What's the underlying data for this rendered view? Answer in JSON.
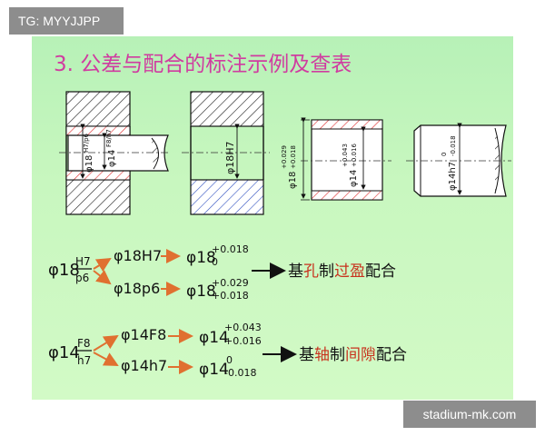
{
  "overlay": {
    "tag": "TG: MYYJJPP",
    "watermark": "stadium-mk.com"
  },
  "title": "3. 公差与配合的标注示例及查表",
  "drawings": {
    "assembly": {
      "dim": "φ18",
      "fit": "H7/p6",
      "shaft_dim": "φ14",
      "shaft_fit": "F8/h7"
    },
    "hole": {
      "label": "φ18H7"
    },
    "bushing": {
      "outer_dim": "φ18",
      "outer_upper": "+0.029",
      "outer_lower": "+0.018",
      "inner_dim": "φ14",
      "inner_upper": "+0.043",
      "inner_lower": "+0.016"
    },
    "shaft": {
      "dim": "φ14h7",
      "upper": "0",
      "lower": "-0.018"
    }
  },
  "fits": [
    {
      "base": "φ18",
      "fraction_num": "H7",
      "fraction_den": "p6",
      "hole": {
        "code": "φ18H7",
        "dim": "φ18",
        "upper": "+0.018",
        "lower": "0"
      },
      "shaft": {
        "code": "φ18p6",
        "dim": "φ18",
        "upper": "+0.029",
        "lower": "+0.018"
      },
      "result": {
        "c1": "基",
        "c2": "孔",
        "c3": "制",
        "c4": "过盈",
        "c5": "配合"
      }
    },
    {
      "base": "φ14",
      "fraction_num": "F8",
      "fraction_den": "h7",
      "hole": {
        "code": "φ14F8",
        "dim": "φ14",
        "upper": "+0.043",
        "lower": "+0.016"
      },
      "shaft": {
        "code": "φ14h7",
        "dim": "φ14",
        "upper": "0",
        "lower": "-0.018"
      },
      "result": {
        "c1": "基",
        "c2": "轴",
        "c3": "制",
        "c4": "间隙",
        "c5": "配合"
      }
    }
  ],
  "colors": {
    "title": "#d03ca0",
    "ink": "#101010",
    "accent": "#c8321e",
    "arrow_orange": "#e07030",
    "hatch_red": "#e03030"
  }
}
